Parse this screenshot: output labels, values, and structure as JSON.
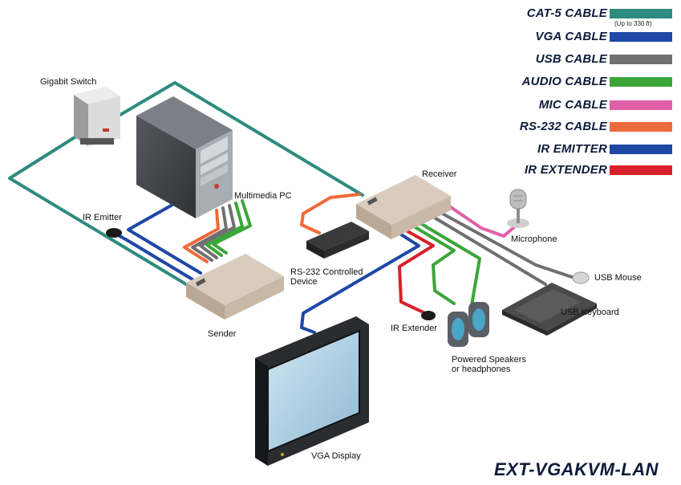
{
  "legend": [
    {
      "label": "CAT-5 CABLE",
      "color": "#2e8b7e",
      "note": "(Up to 330 ft)"
    },
    {
      "label": "VGA CABLE",
      "color": "#1f47a6"
    },
    {
      "label": "USB CABLE",
      "color": "#707070"
    },
    {
      "label": "AUDIO CABLE",
      "color": "#3aa63a"
    },
    {
      "label": "MIC CABLE",
      "color": "#e060a8"
    },
    {
      "label": "RS-232 CABLE",
      "color": "#ee6a3a"
    },
    {
      "label": "IR EMITTER",
      "color": "#1f47a6"
    },
    {
      "label": "IR EXTENDER",
      "color": "#d8202a"
    }
  ],
  "devices": {
    "gigabit_switch": "Gigabit Switch",
    "multimedia_pc": "Multimedia PC",
    "ir_emitter": "IR Emitter",
    "sender": "Sender",
    "receiver": "Receiver",
    "rs232_device_line1": "RS-232 Controlled",
    "rs232_device_line2": "Device",
    "microphone": "Microphone",
    "usb_mouse": "USB Mouse",
    "usb_keyboard": "USB Keyboard",
    "ir_extender": "IR Extender",
    "speakers_line1": "Powered Speakers",
    "speakers_line2": "or headphones",
    "vga_display": "VGA Display"
  },
  "model_name": "EXT-VGAKVM-LAN"
}
